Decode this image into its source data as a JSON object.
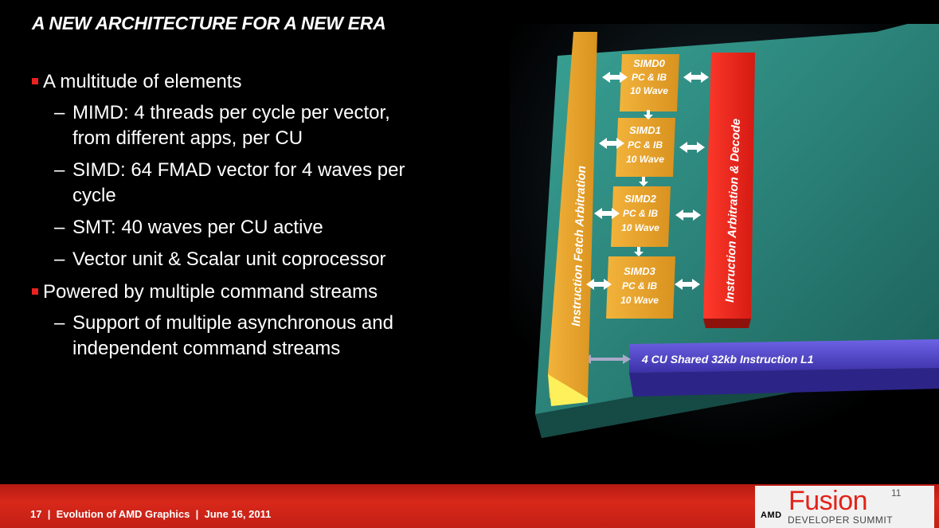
{
  "slide": {
    "title": "A NEW ARCHITECTURE FOR A NEW ERA",
    "bullets": [
      {
        "level": 1,
        "text": "A multitude of elements"
      },
      {
        "level": 2,
        "text": "MIMD: 4 threads per cycle per vector,",
        "text2": "from different apps, per CU"
      },
      {
        "level": 2,
        "text": "SIMD: 64 FMAD vector for 4 waves per",
        "text2": "cycle"
      },
      {
        "level": 2,
        "text": "SMT: 40 waves per CU active"
      },
      {
        "level": 2,
        "text": "Vector unit & Scalar unit coprocessor"
      },
      {
        "level": 1,
        "text": "Powered by multiple command streams"
      },
      {
        "level": 2,
        "text": "Support of multiple asynchronous and",
        "text2": "independent command streams"
      }
    ]
  },
  "diagram": {
    "fetch_label": "Instruction Fetch Arbitration",
    "decode_label": "Instruction Arbitration & Decode",
    "shared_label": "4 CU Shared 32kb Instruction  L1",
    "simds": [
      {
        "name": "SIMD0",
        "line2": "PC & IB",
        "line3": "10 Wave"
      },
      {
        "name": "SIMD1",
        "line2": "PC & IB",
        "line3": "10 Wave"
      },
      {
        "name": "SIMD2",
        "line2": "PC & IB",
        "line3": "10 Wave"
      },
      {
        "name": "SIMD3",
        "line2": "PC & IB",
        "line3": "10 Wave"
      }
    ],
    "colors": {
      "orange": "#e9a52e",
      "red": "#e8231f",
      "blue": "#5b4fd0",
      "teal": "#2f8a80"
    }
  },
  "footer": {
    "page": "17",
    "sep": "|",
    "deck": "Evolution of AMD Graphics",
    "date": "June 16, 2011",
    "amd": "AMD",
    "brand": "Fusion",
    "superscript": "11",
    "event": "DEVELOPER SUMMIT"
  }
}
